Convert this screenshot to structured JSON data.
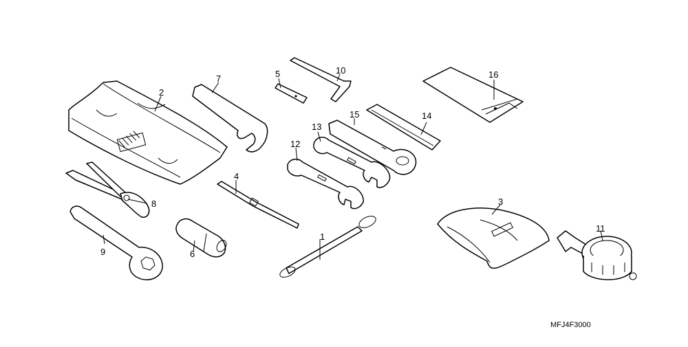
{
  "diagram_code": "MFJ4F3000",
  "callouts": [
    {
      "id": "1",
      "label": "1"
    },
    {
      "id": "2",
      "label": "2"
    },
    {
      "id": "3",
      "label": "3"
    },
    {
      "id": "4",
      "label": "4"
    },
    {
      "id": "5",
      "label": "5"
    },
    {
      "id": "6",
      "label": "6"
    },
    {
      "id": "7",
      "label": "7"
    },
    {
      "id": "8",
      "label": "8"
    },
    {
      "id": "9",
      "label": "9"
    },
    {
      "id": "10",
      "label": "10"
    },
    {
      "id": "11",
      "label": "11"
    },
    {
      "id": "12",
      "label": "12"
    },
    {
      "id": "13",
      "label": "13"
    },
    {
      "id": "14",
      "label": "14"
    },
    {
      "id": "15",
      "label": "15"
    },
    {
      "id": "16",
      "label": "16"
    }
  ]
}
